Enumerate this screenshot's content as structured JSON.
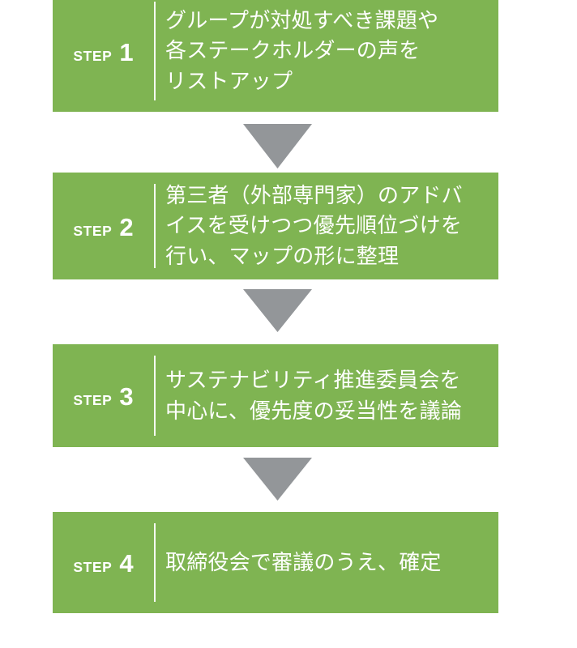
{
  "diagram": {
    "title": "",
    "type": "vertical-step-flow",
    "orientation": "top-to-bottom",
    "colors": {
      "step_background": "#7fb452",
      "step_text": "#ffffff",
      "divider": "#ffffff",
      "arrow": "#939699",
      "page_background": "#ffffff"
    },
    "steps": [
      {
        "label_word": "STEP",
        "label_number": "1",
        "body": "グループが対処すべき課題や\n各ステークホルダーの声を\nリストアップ"
      },
      {
        "label_word": "STEP",
        "label_number": "2",
        "body": "第三者（外部専門家）のアドバ\nイスを受けつつ優先順位づけを\n行い、マップの形に整理"
      },
      {
        "label_word": "STEP",
        "label_number": "3",
        "body": "サステナビリティ推進委員会を\n中心に、優先度の妥当性を議論"
      },
      {
        "label_word": "STEP",
        "label_number": "4",
        "body": "取締役会で審議のうえ、確定"
      }
    ],
    "connectors": [
      {
        "name": "arrow-1",
        "shape": "down-triangle"
      },
      {
        "name": "arrow-2",
        "shape": "down-triangle"
      },
      {
        "name": "arrow-3",
        "shape": "down-triangle"
      }
    ]
  }
}
